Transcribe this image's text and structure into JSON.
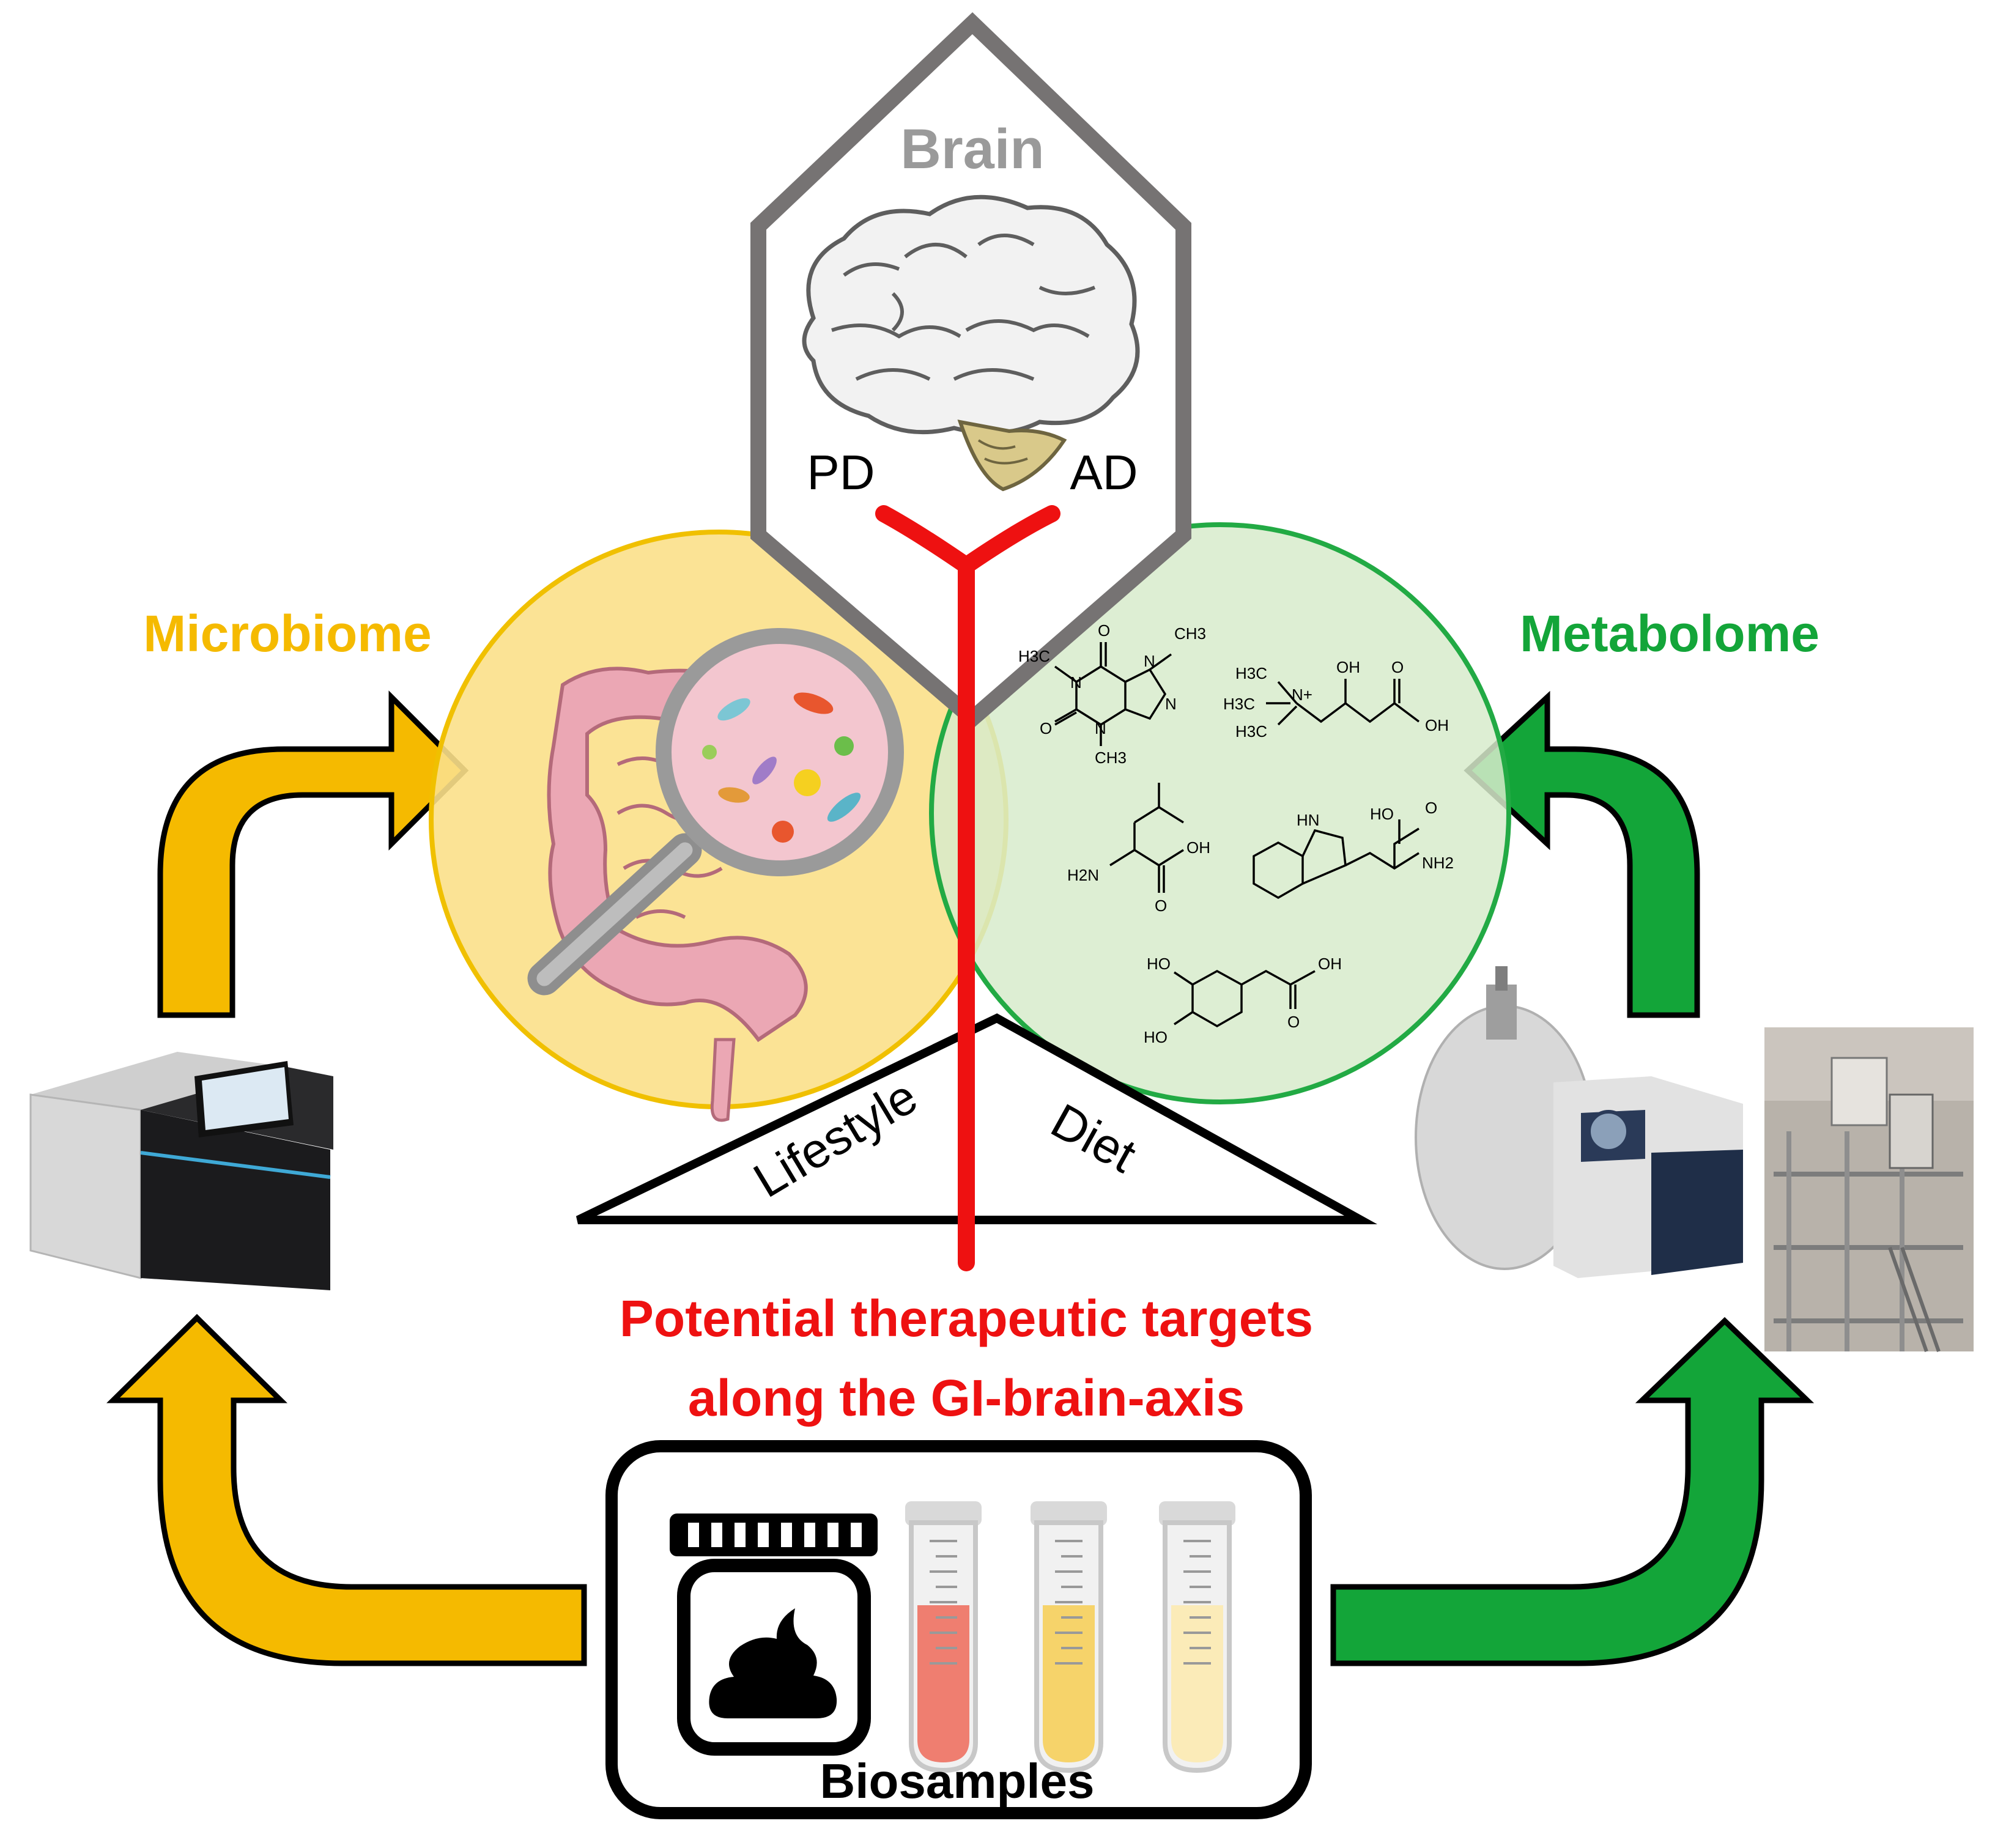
{
  "labels": {
    "brain": "Brain",
    "pd": "PD",
    "ad": "AD",
    "microbiome": "Microbiome",
    "metabolome": "Metabolome",
    "lifestyle": "Lifestyle",
    "diet": "Diet",
    "therapeutic_line1": "Potential therapeutic targets",
    "therapeutic_line2": "along the GI-brain-axis",
    "biosamples": "Biosamples"
  },
  "chem_labels": {
    "caffeine_h3c_left": "H3C",
    "caffeine_ch3_top": "CH3",
    "caffeine_ch3_bottom": "CH3",
    "caffeine_n1": "N",
    "caffeine_n2": "N",
    "caffeine_n3": "N",
    "caffeine_n4": "N",
    "caffeine_o1": "O",
    "caffeine_o2": "O",
    "carnitine_h3c_a": "H3C",
    "carnitine_h3c_b": "H3C",
    "carnitine_h3c_c": "H3C",
    "carnitine_n": "N+",
    "carnitine_oh_top": "OH",
    "carnitine_o": "O",
    "carnitine_oh_end": "OH",
    "leucine_h2n": "H2N",
    "leucine_oh": "OH",
    "leucine_o": "O",
    "tryptophan_hn": "HN",
    "tryptophan_ho": "HO",
    "tryptophan_o": "O",
    "tryptophan_nh2": "NH2",
    "dopac_ho_top": "HO",
    "dopac_ho_bottom": "HO",
    "dopac_oh": "OH",
    "dopac_o": "O"
  },
  "colors": {
    "microbiome": "#F5BA00",
    "metabolome": "#13A539",
    "microbiome_circle_fill": "#FBE08A",
    "microbiome_circle_stroke": "#F0C000",
    "metabolome_circle_fill": "#D7EBCB",
    "metabolome_circle_stroke": "#22AA44",
    "red": "#EE1111",
    "brain_label": "#9A9A9A",
    "hexagon": "#767373"
  },
  "icons": {
    "brain": "brain-icon",
    "intestine": "intestine-icon",
    "magnifier": "magnifying-glass-icon",
    "sequencer": "sequencer-icon",
    "mass_spec": "mass-spectrometer-icon",
    "nmr": "nmr-lab-icon",
    "jar": "specimen-jar-icon",
    "stool": "stool-icon",
    "tube_blood": "blood-tube-icon",
    "tube_serum": "serum-tube-icon",
    "tube_urine": "urine-tube-icon"
  }
}
